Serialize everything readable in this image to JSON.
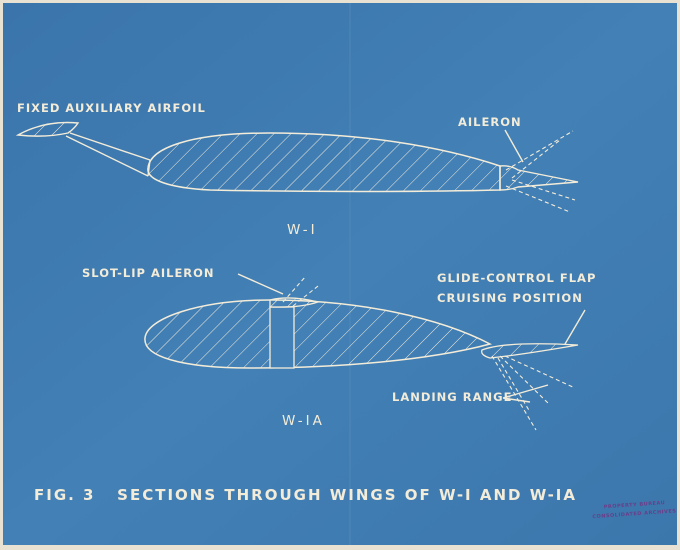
{
  "figure": {
    "caption": "FIG. 3   SECTIONS THROUGH WINGS OF W-I AND W-IA",
    "w1": {
      "title": "W-I",
      "label_fixed_airfoil": "FIXED AUXILIARY AIRFOIL",
      "label_aileron": "AILERON"
    },
    "w1a": {
      "title": "W-IA",
      "label_slot_lip": "SLOT-LIP AILERON",
      "label_glide_flap": "GLIDE-CONTROL FLAP",
      "label_cruising": "CRUISING POSITION",
      "label_landing": "LANDING RANGE"
    },
    "stamp": {
      "line1": "PROPERTY BUREAU",
      "line2": "CONSOLIDATED ARCHIVES"
    }
  },
  "colors": {
    "paper": "#e9e2d2",
    "blueprint": "#3f79ae",
    "ink": "#f3ecd9",
    "stamp": "#6b3e8a"
  }
}
